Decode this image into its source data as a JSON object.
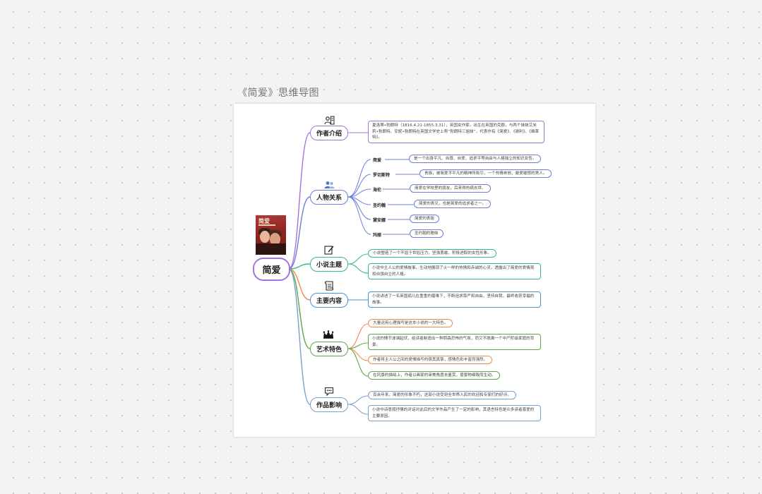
{
  "title": "《简爱》思维导图",
  "root": {
    "label": "简爱"
  },
  "colors": {
    "author": "#a374db",
    "characters": "#6a7fd6",
    "theme": "#35b98d",
    "content": "#3f93d9",
    "art": "#5ea64b",
    "influence": "#7aa0c9",
    "orange": "#ef8c4a"
  },
  "branches": {
    "author": {
      "label": "作者介绍",
      "icon": "person-card-icon",
      "items": [
        "夏洛蒂•勃朗特（1816.4.21-1855.3.31），英国女作家。出生在英国的克郡，与两个妹妹艾米莉•勃朗特、安妮•勃朗特在英国文学史上称“勃朗特三姐妹”，代表作有《简爱》、《谢利》、《维莱特》。"
      ]
    },
    "characters": {
      "label": "人物关系",
      "icon": "people-icon",
      "items": [
        {
          "name": "简爱",
          "desc": "是一个出身平凡、自尊、自爱、追求平等自由与人格独立的知识女性。"
        },
        {
          "name": "罗切斯特",
          "desc": "贵族，被简爱不平凡的精神所吸引，一个热情奔放、敢爱敢恨的男人。"
        },
        {
          "name": "海伦",
          "desc": "简爱在学校里的朋友，后来得热病去世。"
        },
        {
          "name": "圣约翰",
          "desc": "简爱的表兄，也是简爱的追求者之一。"
        },
        {
          "name": "黛安娜",
          "desc": "简爱的表姐"
        },
        {
          "name": "玛丽",
          "desc": "圣约翰的胞妹"
        }
      ]
    },
    "theme": {
      "label": "小说主题",
      "icon": "edit-icon",
      "items": [
        "小说塑造了一个不屈于世俗压力，坚强勇敢，积极进取的女性形象。",
        "小说中主人公的爱情故事，生动地展现了火一样的热情和赤诚的心灵，透露出了简爱的爱情观和自强自立的人格。"
      ]
    },
    "content": {
      "label": "主要内容",
      "icon": "scroll-icon",
      "items": [
        "小说讲述了一名英国孤儿在重重的磨难下，不断追求尊严和自由，坚持自我，最终收获幸福的故事。"
      ]
    },
    "art": {
      "label": "艺术特色",
      "icon": "crown-icon",
      "items": [
        "大量运用心理描写是这本小说的一大特色。",
        "小说的情节波澜起伏，给读者制造出一种阴森恐怖的气氛，而又不脱离一个中产阶级家庭的背景。",
        "作者将主人公之间的爱情描写的极其真挚，感情色彩丰富而强烈。",
        "在风景的描绘上，作者以画家的审美角度去鉴赏，使景物细致而生动。"
      ]
    },
    "influence": {
      "label": "作品影响",
      "icon": "comment-icon",
      "items": [
        "百余年来，简爱的形象不朽，这部小说受到全世界人民的欢迎和专家们的好评。",
        "小说中诗意般抒情的对话对此后的文学作品产生了一定的影响，其语言特色是众多读者喜爱的主要原因。"
      ]
    }
  }
}
